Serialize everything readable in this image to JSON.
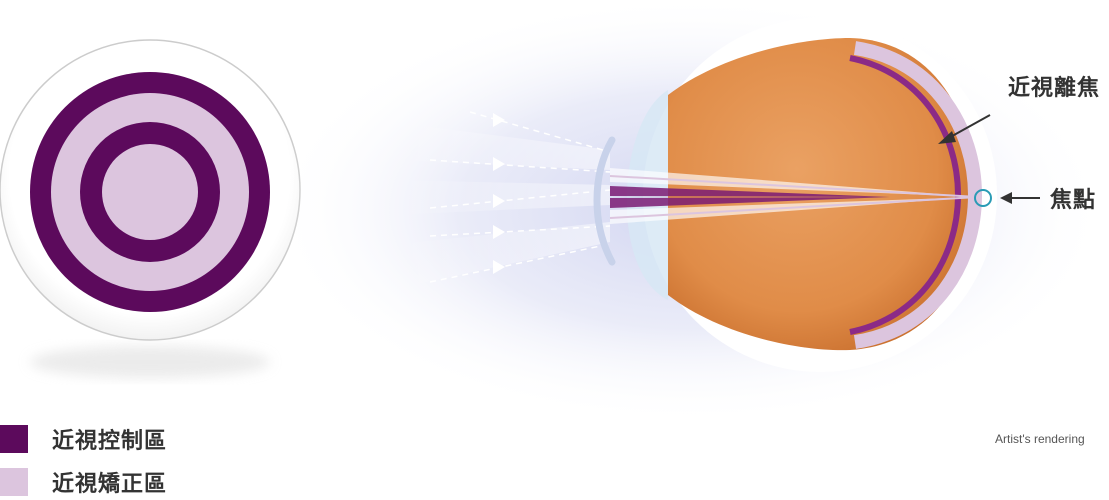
{
  "legend": {
    "control_zone": {
      "label": "近視控制區",
      "color": "#5c0a5c"
    },
    "correction_zone": {
      "label": "近視矯正區",
      "color": "#dcc5de"
    }
  },
  "callouts": {
    "myopic_defocus": "近視離焦",
    "focal_point": "焦點"
  },
  "note": "Artist's rendering",
  "colors": {
    "control": "#5c0a5c",
    "correction": "#dcc5de",
    "eyeball": "#e2914c",
    "focal_ring": "#2a9bb5"
  }
}
